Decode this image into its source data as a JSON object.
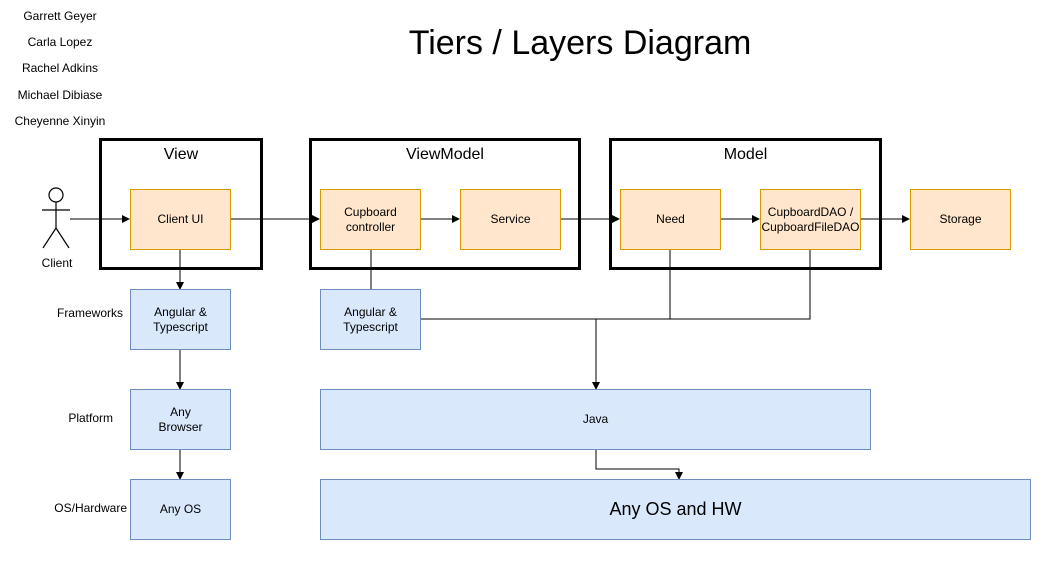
{
  "title": "Tiers / Layers Diagram",
  "authors": [
    "Garrett Geyer",
    "Carla Lopez",
    "Rachel Adkins",
    "Michael Dibiase",
    "Cheyenne Xinyin"
  ],
  "actor": {
    "label": "Client"
  },
  "tiers": {
    "view": "View",
    "viewmodel": "ViewModel",
    "model": "Model"
  },
  "nodes": {
    "client_ui": "Client UI",
    "cupboard_controller": "Cupboard\ncontroller",
    "service": "Service",
    "need": "Need",
    "cupboard_dao": "CupboardDAO /\nCupboardFileDAO",
    "storage": "Storage",
    "angular_client": "Angular &\nTypescript",
    "angular_server": "Angular &\nTypescript",
    "any_browser": "Any\nBrowser",
    "java": "Java",
    "any_os": "Any OS",
    "any_os_hw": "Any OS and HW"
  },
  "row_labels": {
    "frameworks": "Frameworks",
    "platform": "Platform",
    "os_hardware": "OS/Hardware"
  },
  "colors": {
    "orange_fill": "#ffe6cc",
    "orange_stroke": "#d79b00",
    "blue_fill": "#dae8fc",
    "blue_stroke": "#6c8ebf"
  }
}
